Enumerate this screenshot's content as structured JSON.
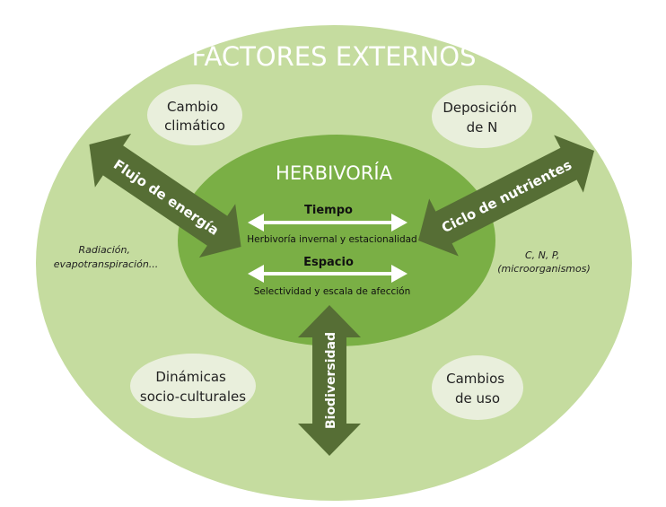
{
  "title": "FACTORES EXTERNOS",
  "center_title": "HERBIVORÍA",
  "tiempo": {
    "label": "Tiempo",
    "sub": "Herbivoría invernal y estacionalidad"
  },
  "espacio": {
    "label": "Espacio",
    "sub": "Selectividad y escala de afección"
  },
  "bubbles": {
    "cambio_climatico": [
      "Cambio",
      "climático"
    ],
    "deposicion": [
      "Deposición",
      "de N"
    ],
    "dinamicas": [
      "Dinámicas",
      "socio-culturales"
    ],
    "cambios_uso": [
      "Cambios",
      "de uso"
    ]
  },
  "arrows": {
    "flujo": "Flujo de energía",
    "ciclo": "Ciclo de nutrientes",
    "biodiversidad": "Biodiversidad"
  },
  "notes": {
    "left": [
      "Radiación,",
      "evapotranspiración..."
    ],
    "right": [
      "C, N, P,",
      "(microorganismos)"
    ]
  },
  "colors": {
    "outer": "#c5dc9f",
    "inner": "#7aaf45",
    "arrow": "#566e35",
    "bubble": "#e9efdc",
    "white": "#ffffff",
    "text": "#222222"
  }
}
